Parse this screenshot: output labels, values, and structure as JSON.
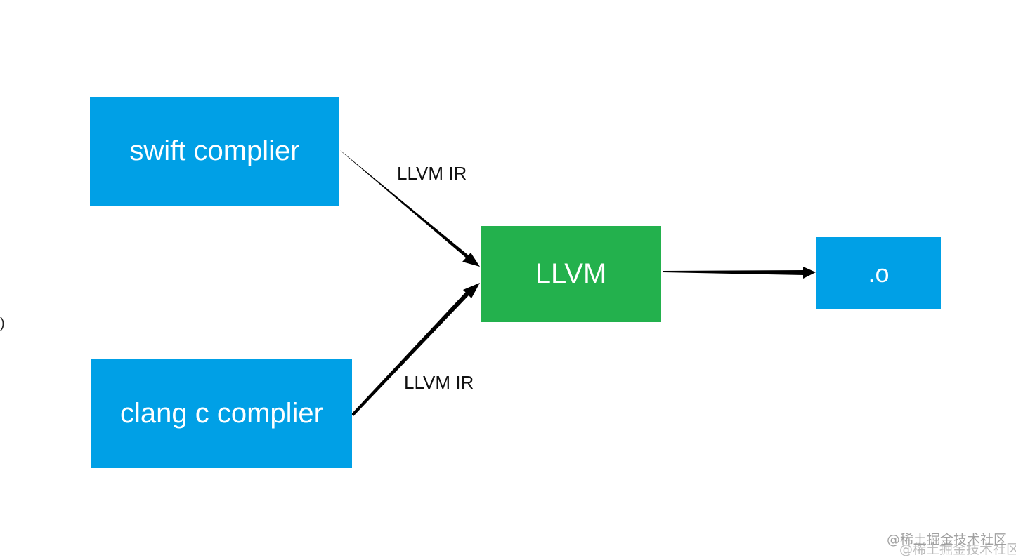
{
  "colors": {
    "compiler_box": "#00a0e6",
    "llvm_box": "#23b14d",
    "output_box": "#00a0e6",
    "node_text": "#ffffff",
    "arrow": "#000000",
    "label_text": "#111111"
  },
  "nodes": {
    "swift_compiler": "swift complier",
    "clang_compiler": "clang c complier",
    "llvm": "LLVM",
    "object_file": ".o"
  },
  "edges": {
    "swift_to_llvm_label": "LLVM IR",
    "clang_to_llvm_label": "LLVM IR"
  },
  "stray_text": ")",
  "watermark": {
    "line1": "@稀土掘金技术社区",
    "line2": "@稀土掘金技术社区"
  }
}
